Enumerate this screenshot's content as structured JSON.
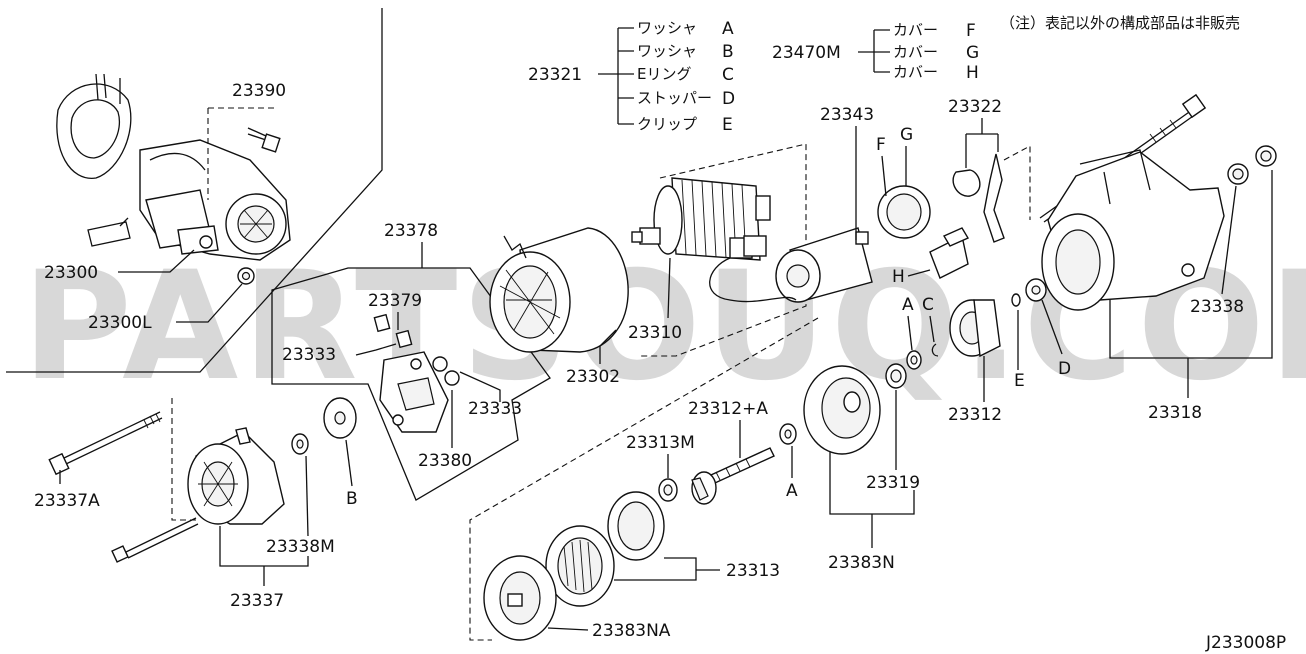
{
  "diagram": {
    "code": "J233008P",
    "note": "（注）表記以外の構成部品は非販売",
    "watermark": "PARTSOUQ.COM",
    "groups": {
      "g23321": {
        "number": "23321",
        "items": [
          {
            "name": "ワッシャ",
            "letter": "A"
          },
          {
            "name": "ワッシャ",
            "letter": "B"
          },
          {
            "name": "Eリング",
            "letter": "C"
          },
          {
            "name": "ストッパー",
            "letter": "D"
          },
          {
            "name": "クリップ",
            "letter": "E"
          }
        ]
      },
      "g23470M": {
        "number": "23470M",
        "items": [
          {
            "name": "カバー",
            "letter": "F"
          },
          {
            "name": "カバー",
            "letter": "G"
          },
          {
            "name": "カバー",
            "letter": "H"
          }
        ]
      }
    },
    "labels": {
      "p23390": "23390",
      "p23300": "23300",
      "p23300L": "23300L",
      "p23378": "23378",
      "p23379": "23379",
      "p23333a": "23333",
      "p23333b": "23333",
      "p23380": "23380",
      "p23302": "23302",
      "p23310": "23310",
      "p23343": "23343",
      "p23322": "23322",
      "p23338": "23338",
      "p23318": "23318",
      "p23312": "23312",
      "p23312A": "23312+A",
      "p23313M": "23313M",
      "p23319": "23319",
      "p23383N": "23383N",
      "p23313": "23313",
      "p23383NA": "23383NA",
      "p23337A": "23337A",
      "p23338M": "23338M",
      "p23337": "23337",
      "lF": "F",
      "lG": "G",
      "lH": "H",
      "lA1": "A",
      "lC": "C",
      "lE": "E",
      "lD": "D",
      "lA2": "A",
      "lB": "B"
    }
  }
}
